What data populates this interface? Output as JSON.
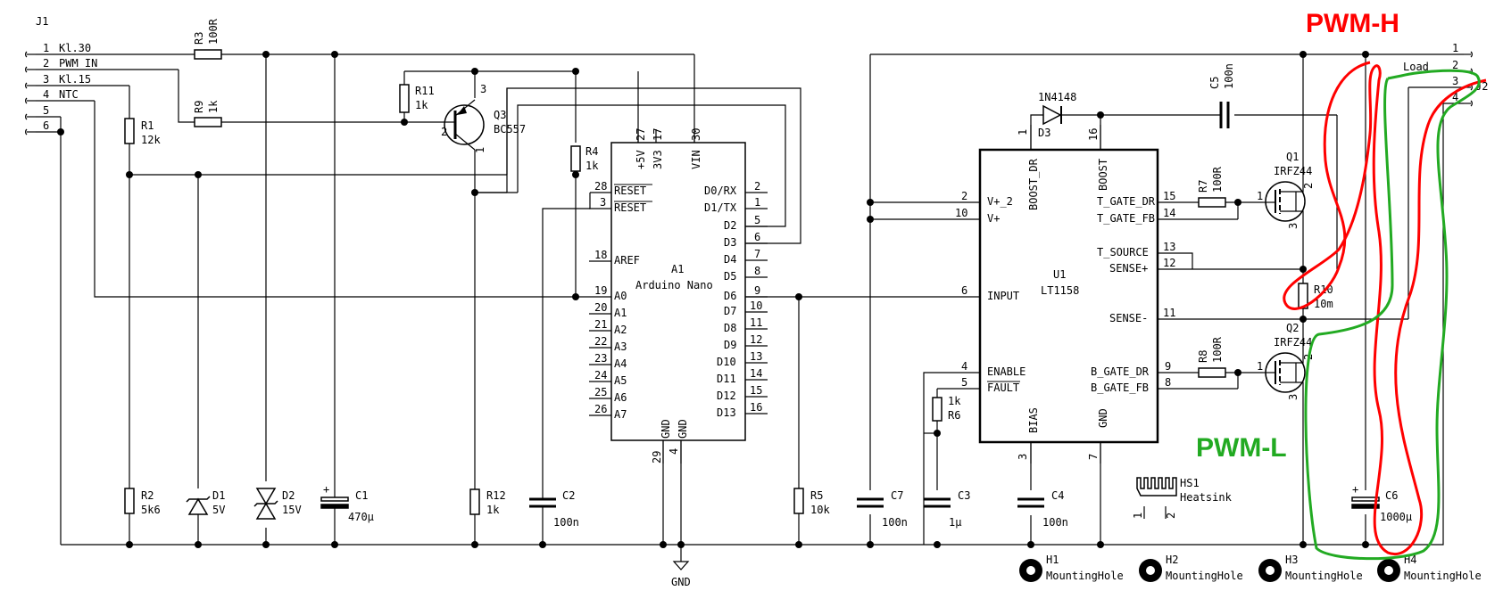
{
  "sheet": {
    "j1": {
      "ref": "J1",
      "pins": [
        {
          "num": "1",
          "label": "Kl.30"
        },
        {
          "num": "2",
          "label": "PWM_IN"
        },
        {
          "num": "3",
          "label": "Kl.15"
        },
        {
          "num": "4",
          "label": "NTC"
        },
        {
          "num": "5",
          "label": ""
        },
        {
          "num": "6",
          "label": ""
        }
      ]
    },
    "r3": {
      "ref": "R3",
      "value": "100R"
    },
    "r9": {
      "ref": "R9",
      "value": "1k"
    },
    "r11": {
      "ref": "R11",
      "value": "1k"
    },
    "q3": {
      "ref": "Q3",
      "value": "BC557",
      "pins": [
        "3",
        "2",
        "1"
      ]
    },
    "r1": {
      "ref": "R1",
      "value": "12k"
    },
    "r2": {
      "ref": "R2",
      "value": "5k6"
    },
    "d1": {
      "ref": "D1",
      "value": "5V"
    },
    "d2": {
      "ref": "D2",
      "value": "15V"
    },
    "c1": {
      "ref": "C1",
      "value": "470µ"
    },
    "r12": {
      "ref": "R12",
      "value": "1k"
    },
    "c2": {
      "ref": "C2",
      "value": "100n"
    },
    "r4": {
      "ref": "R4",
      "value": "1k"
    },
    "a1": {
      "ref": "A1",
      "value": "Arduino Nano",
      "top_pins": [
        {
          "num": "27",
          "label": "+5V"
        },
        {
          "num": "17",
          "label": "3V3"
        },
        {
          "num": "30",
          "label": "VIN"
        }
      ],
      "left_pins": [
        {
          "num": "28",
          "label": "RESET"
        },
        {
          "num": "3",
          "label": "RESET"
        },
        {
          "num": "18",
          "label": "AREF"
        },
        {
          "num": "19",
          "label": "A0"
        },
        {
          "num": "20",
          "label": "A1"
        },
        {
          "num": "21",
          "label": "A2"
        },
        {
          "num": "22",
          "label": "A3"
        },
        {
          "num": "23",
          "label": "A4"
        },
        {
          "num": "24",
          "label": "A5"
        },
        {
          "num": "25",
          "label": "A6"
        },
        {
          "num": "26",
          "label": "A7"
        }
      ],
      "right_pins": [
        {
          "num": "2",
          "label": "D0/RX"
        },
        {
          "num": "1",
          "label": "D1/TX"
        },
        {
          "num": "5",
          "label": "D2"
        },
        {
          "num": "6",
          "label": "D3"
        },
        {
          "num": "7",
          "label": "D4"
        },
        {
          "num": "8",
          "label": "D5"
        },
        {
          "num": "9",
          "label": "D6"
        },
        {
          "num": "10",
          "label": "D7"
        },
        {
          "num": "11",
          "label": "D8"
        },
        {
          "num": "12",
          "label": "D9"
        },
        {
          "num": "13",
          "label": "D10"
        },
        {
          "num": "14",
          "label": "D11"
        },
        {
          "num": "15",
          "label": "D12"
        },
        {
          "num": "16",
          "label": "D13"
        }
      ],
      "bottom_pins": [
        {
          "num": "29",
          "label": "GND"
        },
        {
          "num": "4",
          "label": "GND"
        }
      ]
    },
    "gnd_label": "GND",
    "r5": {
      "ref": "R5",
      "value": "10k"
    },
    "c7": {
      "ref": "C7",
      "value": "100n"
    },
    "c3": {
      "ref": "C3",
      "value": "1µ"
    },
    "r6": {
      "ref": "R6",
      "value": "1k"
    },
    "c4": {
      "ref": "C4",
      "value": "100n"
    },
    "d3": {
      "ref": "D3",
      "value": "1N4148"
    },
    "c5": {
      "ref": "C5",
      "value": "100n"
    },
    "u1": {
      "ref": "U1",
      "value": "LT1158",
      "top_pins": [
        {
          "num": "1",
          "label": "BOOST_DR"
        },
        {
          "num": "16",
          "label": "BOOST"
        }
      ],
      "left_pins": [
        {
          "num": "2",
          "label": "V+_2"
        },
        {
          "num": "10",
          "label": "V+"
        },
        {
          "num": "6",
          "label": "INPUT"
        },
        {
          "num": "4",
          "label": "ENABLE"
        },
        {
          "num": "5",
          "label": "FAULT"
        }
      ],
      "right_pins": [
        {
          "num": "15",
          "label": "T_GATE_DR"
        },
        {
          "num": "14",
          "label": "T_GATE_FB"
        },
        {
          "num": "13",
          "label": "T_SOURCE"
        },
        {
          "num": "12",
          "label": "SENSE+"
        },
        {
          "num": "11",
          "label": "SENSE-"
        },
        {
          "num": "9",
          "label": "B_GATE_DR"
        },
        {
          "num": "8",
          "label": "B_GATE_FB"
        }
      ],
      "bottom_pins": [
        {
          "num": "3",
          "label": "BIAS"
        },
        {
          "num": "7",
          "label": "GND"
        }
      ]
    },
    "r7": {
      "ref": "R7",
      "value": "100R"
    },
    "r8": {
      "ref": "R8",
      "value": "100R"
    },
    "q1": {
      "ref": "Q1",
      "value": "IRFZ44",
      "pins": [
        "1",
        "2",
        "3"
      ]
    },
    "q2": {
      "ref": "Q2",
      "value": "IRFZ44",
      "pins": [
        "1",
        "2",
        "3"
      ]
    },
    "r10": {
      "ref": "R10",
      "value": "10m"
    },
    "c6": {
      "ref": "C6",
      "value": "1000µ"
    },
    "hs1": {
      "ref": "HS1",
      "value": "Heatsink",
      "pins": [
        "1",
        "2"
      ]
    },
    "holes": [
      {
        "ref": "H1",
        "value": "MountingHole"
      },
      {
        "ref": "H2",
        "value": "MountingHole"
      },
      {
        "ref": "H3",
        "value": "MountingHole"
      },
      {
        "ref": "H4",
        "value": "MountingHole"
      }
    ],
    "j2": {
      "ref": "J2",
      "label": "Load",
      "pins": [
        "1",
        "2",
        "3",
        "4"
      ]
    },
    "annotations": {
      "pwm_h": {
        "text": "PWM-H",
        "color": "#ff0000"
      },
      "pwm_l": {
        "text": "PWM-L",
        "color": "#22aa22"
      }
    }
  }
}
